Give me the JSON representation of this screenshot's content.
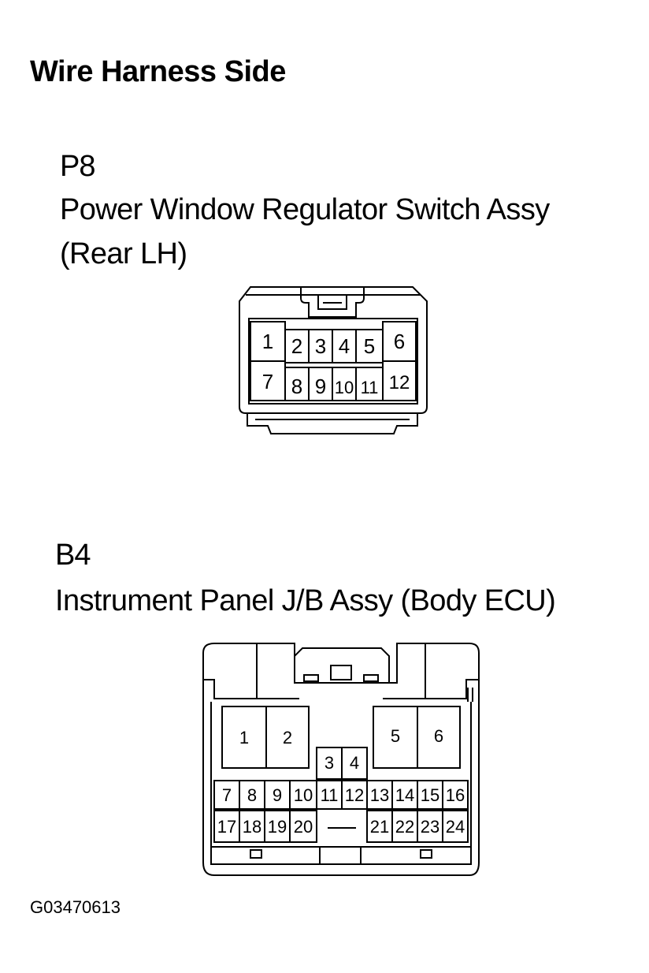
{
  "heading": "Wire Harness Side",
  "figure_id": "G03470613",
  "connectors": [
    {
      "code": "P8",
      "name_lines": [
        "Power Window Regulator Switch Assy",
        "(Rear LH)"
      ],
      "pins": [
        "1",
        "2",
        "3",
        "4",
        "5",
        "6",
        "7",
        "8",
        "9",
        "10",
        "11",
        "12"
      ]
    },
    {
      "code": "B4",
      "name_lines": [
        "Instrument Panel J/B Assy (Body ECU)"
      ],
      "pins": [
        "1",
        "2",
        "3",
        "4",
        "5",
        "6",
        "7",
        "8",
        "9",
        "10",
        "11",
        "12",
        "13",
        "14",
        "15",
        "16",
        "17",
        "18",
        "19",
        "20",
        "21",
        "22",
        "23",
        "24"
      ]
    }
  ]
}
